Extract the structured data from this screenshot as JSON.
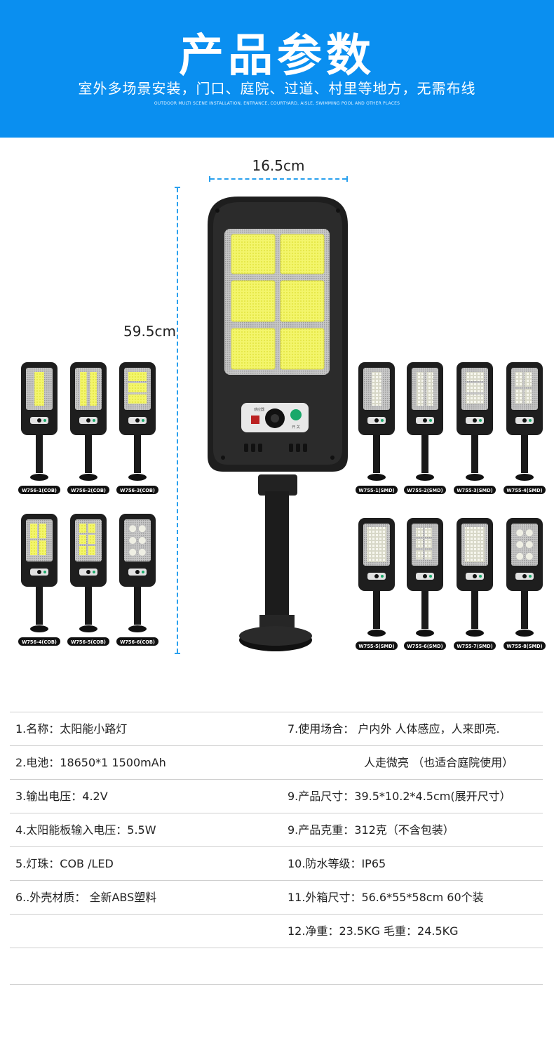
{
  "banner": {
    "title": "产品参数",
    "subtitle": "室外多场景安装，门口、庭院、过道、村里等地方，无需布线",
    "subtitle_en": "OUTDOOR MULTI SCENE INSTALLATION, ENTRANCE, COURTYARD, AISLE, SWIMMING POOL AND OTHER PLACES",
    "color": "#0a8ff0"
  },
  "dimensions": {
    "width_label": "16.5cm",
    "height_label": "59.5cm",
    "line_color": "#2aa0ee"
  },
  "main_lamp": {
    "switch_label": "开 关",
    "sensor_label": "感应器"
  },
  "models_left": [
    "W756-1(COB)",
    "W756-2(COB)",
    "W756-3(COB)",
    "W756-4(COB)",
    "W756-5(COB)",
    "W756-6(COB)"
  ],
  "models_right": [
    "W755-1(SMD)",
    "W755-2(SMD)",
    "W755-3(SMD)",
    "W755-4(SMD)",
    "W755-5(SMD)",
    "W755-6(SMD)",
    "W755-7(SMD)",
    "W755-8(SMD)"
  ],
  "specs": [
    {
      "left": "1.名称：太阳能小路灯",
      "right": "7.使用场合： 户内外 人体感应，人来即亮."
    },
    {
      "left": "2.电池：18650*1   1500mAh",
      "right": "人走微亮  （也适合庭院使用）",
      "right_indent": true
    },
    {
      "left": "3.输出电压：4.2V",
      "right": "9.产品尺寸：39.5*10.2*4.5cm(展开尺寸）"
    },
    {
      "left": "4.太阳能板输入电压：5.5W",
      "right": "9.产品克重：312克（不含包装）"
    },
    {
      "left": "5.灯珠：COB /LED",
      "right": "10.防水等级：IP65"
    },
    {
      "left": "6..外壳材质：  全新ABS塑料",
      "right": "11.外箱尺寸：56.6*55*58cm 60个装"
    },
    {
      "left": "",
      "right": "12.净重：23.5KG 毛重：24.5KG"
    }
  ]
}
